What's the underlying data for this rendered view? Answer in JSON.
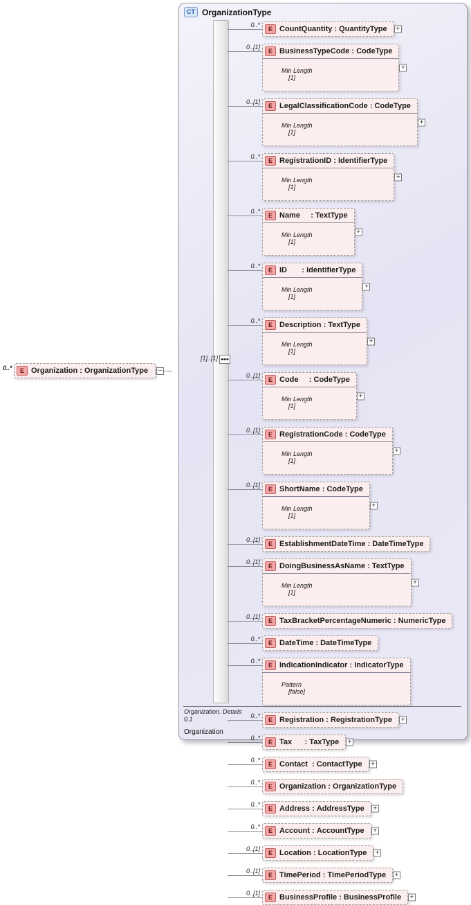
{
  "notation": {
    "ct_badge": "CT",
    "e_badge": "E",
    "type_separator": " : ",
    "expander_glyph": "+",
    "collapse_glyph": "–"
  },
  "colors": {
    "container_fill": "#e7e7f6",
    "element_fill": "#fceeee",
    "element_border": "#9a9a9a",
    "e_badge_fill": "#f2a8a8",
    "e_badge_border": "#c25f5f",
    "ct_badge_fill": "#d9e7f7",
    "ct_badge_text": "#2a5db0"
  },
  "root": {
    "cardinality": "0..*",
    "name": "Organization",
    "type": "OrganizationType"
  },
  "container": {
    "title": "OrganizationType",
    "group_cardinality": "[1]..[1]",
    "footer_line1": "Organization. Details",
    "footer_line2": "0.1",
    "footer_line3": "Organization"
  },
  "elements": [
    {
      "cardinality": "0..*",
      "name": "CountQuantity",
      "type": "QuantityType",
      "facet_label": null,
      "facet_value": null,
      "expander": true
    },
    {
      "cardinality": "0..[1]",
      "name": "BusinessTypeCode",
      "type": "CodeType",
      "facet_label": "Min Length",
      "facet_value": "[1]",
      "expander": true
    },
    {
      "cardinality": "0..[1]",
      "name": "LegalClassificationCode",
      "type": "CodeType",
      "facet_label": "Min Length",
      "facet_value": "[1]",
      "expander": true
    },
    {
      "cardinality": "0..*",
      "name": "RegistrationID",
      "type": "IdentifierType",
      "facet_label": "Min Length",
      "facet_value": "[1]",
      "expander": true
    },
    {
      "cardinality": "0..*",
      "name": "Name    ",
      "type": "TextType",
      "facet_label": "Min Length",
      "facet_value": "[1]",
      "expander": true
    },
    {
      "cardinality": "0..*",
      "name": "ID      ",
      "type": "IdentifierType",
      "facet_label": "Min Length",
      "facet_value": "[1]",
      "expander": true
    },
    {
      "cardinality": "0..*",
      "name": "Description",
      "type": "TextType",
      "facet_label": "Min Length",
      "facet_value": "[1]",
      "expander": true
    },
    {
      "cardinality": "0..[1]",
      "name": "Code    ",
      "type": "CodeType",
      "facet_label": "Min Length",
      "facet_value": "[1]",
      "expander": true
    },
    {
      "cardinality": "0..[1]",
      "name": "RegistrationCode",
      "type": "CodeType",
      "facet_label": "Min Length",
      "facet_value": "[1]",
      "expander": true
    },
    {
      "cardinality": "0..[1]",
      "name": "ShortName",
      "type": "CodeType",
      "facet_label": "Min Length",
      "facet_value": "[1]",
      "expander": true
    },
    {
      "cardinality": "0..[1]",
      "name": "EstablishmentDateTime",
      "type": "DateTimeType",
      "facet_label": null,
      "facet_value": null,
      "expander": false
    },
    {
      "cardinality": "0..[1]",
      "name": "DoingBusinessAsName",
      "type": "TextType",
      "facet_label": "Min Length",
      "facet_value": "[1]",
      "expander": true
    },
    {
      "cardinality": "0..[1]",
      "name": "TaxBracketPercentageNumeric",
      "type": "NumericType",
      "facet_label": null,
      "facet_value": null,
      "expander": false
    },
    {
      "cardinality": "0..*",
      "name": "DateTime",
      "type": "DateTimeType",
      "facet_label": null,
      "facet_value": null,
      "expander": false
    },
    {
      "cardinality": "0..*",
      "name": "IndicationIndicator",
      "type": "IndicatorType",
      "facet_label": "Pattern",
      "facet_value": "[false]",
      "expander": false
    },
    {
      "cardinality": "0..*",
      "name": "Registration",
      "type": "RegistrationType",
      "facet_label": null,
      "facet_value": null,
      "expander": true
    },
    {
      "cardinality": "0..*",
      "name": "Tax     ",
      "type": "TaxType",
      "facet_label": null,
      "facet_value": null,
      "expander": true
    },
    {
      "cardinality": "0..*",
      "name": "Contact ",
      "type": "ContactType",
      "facet_label": null,
      "facet_value": null,
      "expander": true
    },
    {
      "cardinality": "0..*",
      "name": "Organization",
      "type": "OrganizationType",
      "facet_label": null,
      "facet_value": null,
      "expander": false
    },
    {
      "cardinality": "0..*",
      "name": "Address",
      "type": "AddressType",
      "facet_label": null,
      "facet_value": null,
      "expander": true
    },
    {
      "cardinality": "0..*",
      "name": "Account",
      "type": "AccountType",
      "facet_label": null,
      "facet_value": null,
      "expander": true
    },
    {
      "cardinality": "0..[1]",
      "name": "Location",
      "type": "LocationType",
      "facet_label": null,
      "facet_value": null,
      "expander": true
    },
    {
      "cardinality": "0..[1]",
      "name": "TimePeriod",
      "type": "TimePeriodType",
      "facet_label": null,
      "facet_value": null,
      "expander": true
    },
    {
      "cardinality": "0..[1]",
      "name": "BusinessProfile",
      "type": "BusinessProfile",
      "facet_label": null,
      "facet_value": null,
      "expander": true
    }
  ]
}
